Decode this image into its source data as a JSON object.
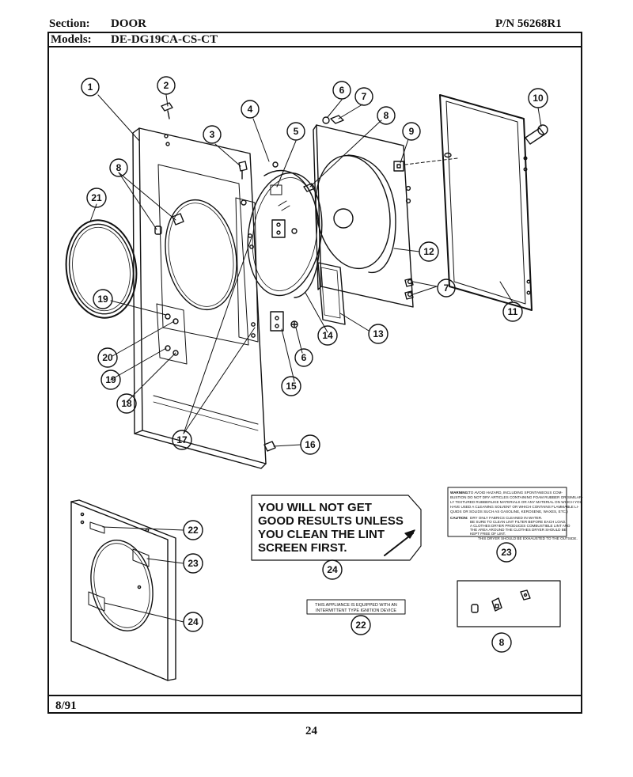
{
  "header": {
    "section_label": "Section:",
    "section_value": "DOOR",
    "models_label": "Models:",
    "models_value": "DE-DG19CA-CS-CT",
    "part_number": "P/N 56268R1"
  },
  "footer": {
    "date": "8/91",
    "page_number": "24"
  },
  "banner_24": {
    "line1": "YOU WILL NOT GET",
    "line2": "GOOD RESULTS UNLESS",
    "line3": "YOU CLEAN THE LINT",
    "line4": "SCREEN FIRST."
  },
  "label_22": {
    "line1": "THIS APPLIANCE IS EQUIPPED WITH AN",
    "line2": "INTERMITTENT TYPE IGNITION DEVICE"
  },
  "label_23": {
    "warning_title": "WARNING:",
    "warning_line1": "TO AVOID HAZARD, INCLUDING SPONTANEOUS COM-",
    "warning_line2": "BUSTION DO NOT DRY ARTICLES CONTAINING FOAM RUBBER OR SIMILAR-",
    "warning_line3": "LY TEXTURED RUBBERLIKE MATERIALS OR ANY MATERIAL ON WHICH YOU",
    "warning_line4": "HAVE USED A CLEANING SOLVENT OR WHICH CONTAINS FLAMMABLE LI-",
    "warning_line5": "QUIDS OR SOLIDS SUCH AS GASOLINE, KEROSENE, WAXES, ETC.)",
    "caution_title": "CAUTION:",
    "caution_line1": "DRY ONLY FABRICS CLEANED IN WATER.",
    "caution_line2": "BE SURE TO CLEAN LINT FILTER BEFORE EACH LOAD.",
    "caution_line3": "A CLOTHES DRYER PRODUCES COMBUSTIBLE LINT AND",
    "caution_line4": "THE AREA AROUND THE CLOTHES DRYER SHOULD BE",
    "caution_line5": "KEPT FREE OF LINT.",
    "caution_line6": "THIS DRYER SHOULD BE EXHAUSTED TO THE OUTSIDE."
  },
  "callouts": [
    "1",
    "2",
    "3",
    "4",
    "5",
    "6",
    "7",
    "8",
    "9",
    "10",
    "11",
    "12",
    "13",
    "14",
    "6",
    "15",
    "16",
    "17",
    "18",
    "19",
    "19",
    "20",
    "21",
    "7",
    "8",
    "22",
    "23",
    "24",
    "24",
    "22",
    "23",
    "8"
  ]
}
